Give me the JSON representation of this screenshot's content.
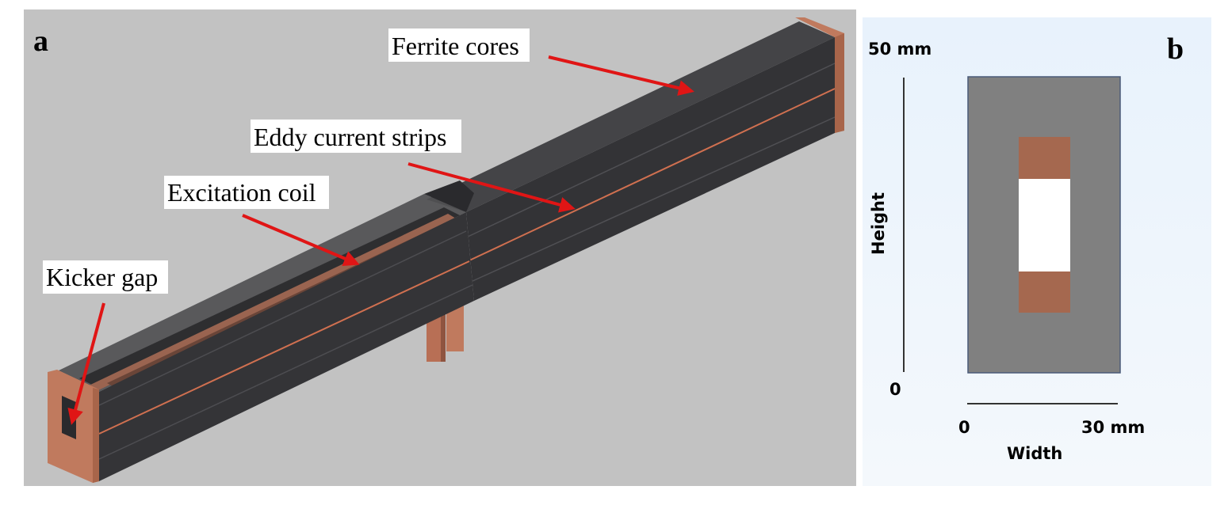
{
  "panel_a": {
    "letter": "a",
    "labels": {
      "ferrite_cores": "Ferrite cores",
      "eddy_current_strips": "Eddy current strips",
      "excitation_coil": "Excitation coil",
      "kicker_gap": "Kicker gap"
    }
  },
  "panel_b": {
    "letter": "b",
    "height_max": "50 mm",
    "height_min": "0",
    "height_axis": "Height",
    "width_min": "0",
    "width_max": "30 mm",
    "width_axis": "Width"
  },
  "colors": {
    "background_a": "#c2c2c2",
    "background_b": "#eef5fc",
    "ferrite": "#3a3a3d",
    "ferrite_top": "#4a4a4d",
    "copper": "#c07a5e",
    "arrow": "#e01515",
    "cross_section_gray": "#808080",
    "cross_section_copper": "#a5684f"
  }
}
